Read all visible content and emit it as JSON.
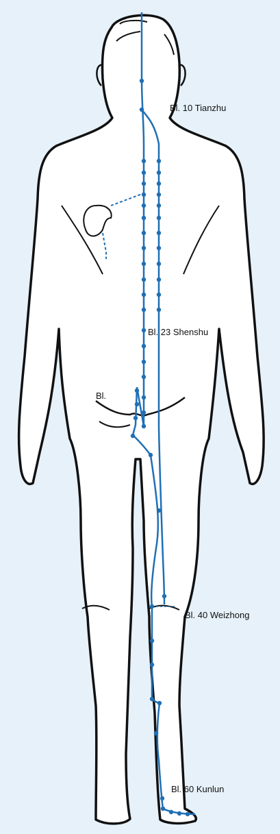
{
  "figure": {
    "background_color": "#e6f1f9",
    "body_fill": "#ffffff",
    "outline_color": "#111111",
    "meridian_color": "#1f6fb5"
  },
  "labels": {
    "bl10": "Bl. 10 Tianzhu",
    "bl23": "Bl. 23 Shenshu",
    "bl": "Bl.",
    "bl40": "Bl. 40  Weizhong",
    "bl60": "Bl. 60  Kunlun"
  }
}
